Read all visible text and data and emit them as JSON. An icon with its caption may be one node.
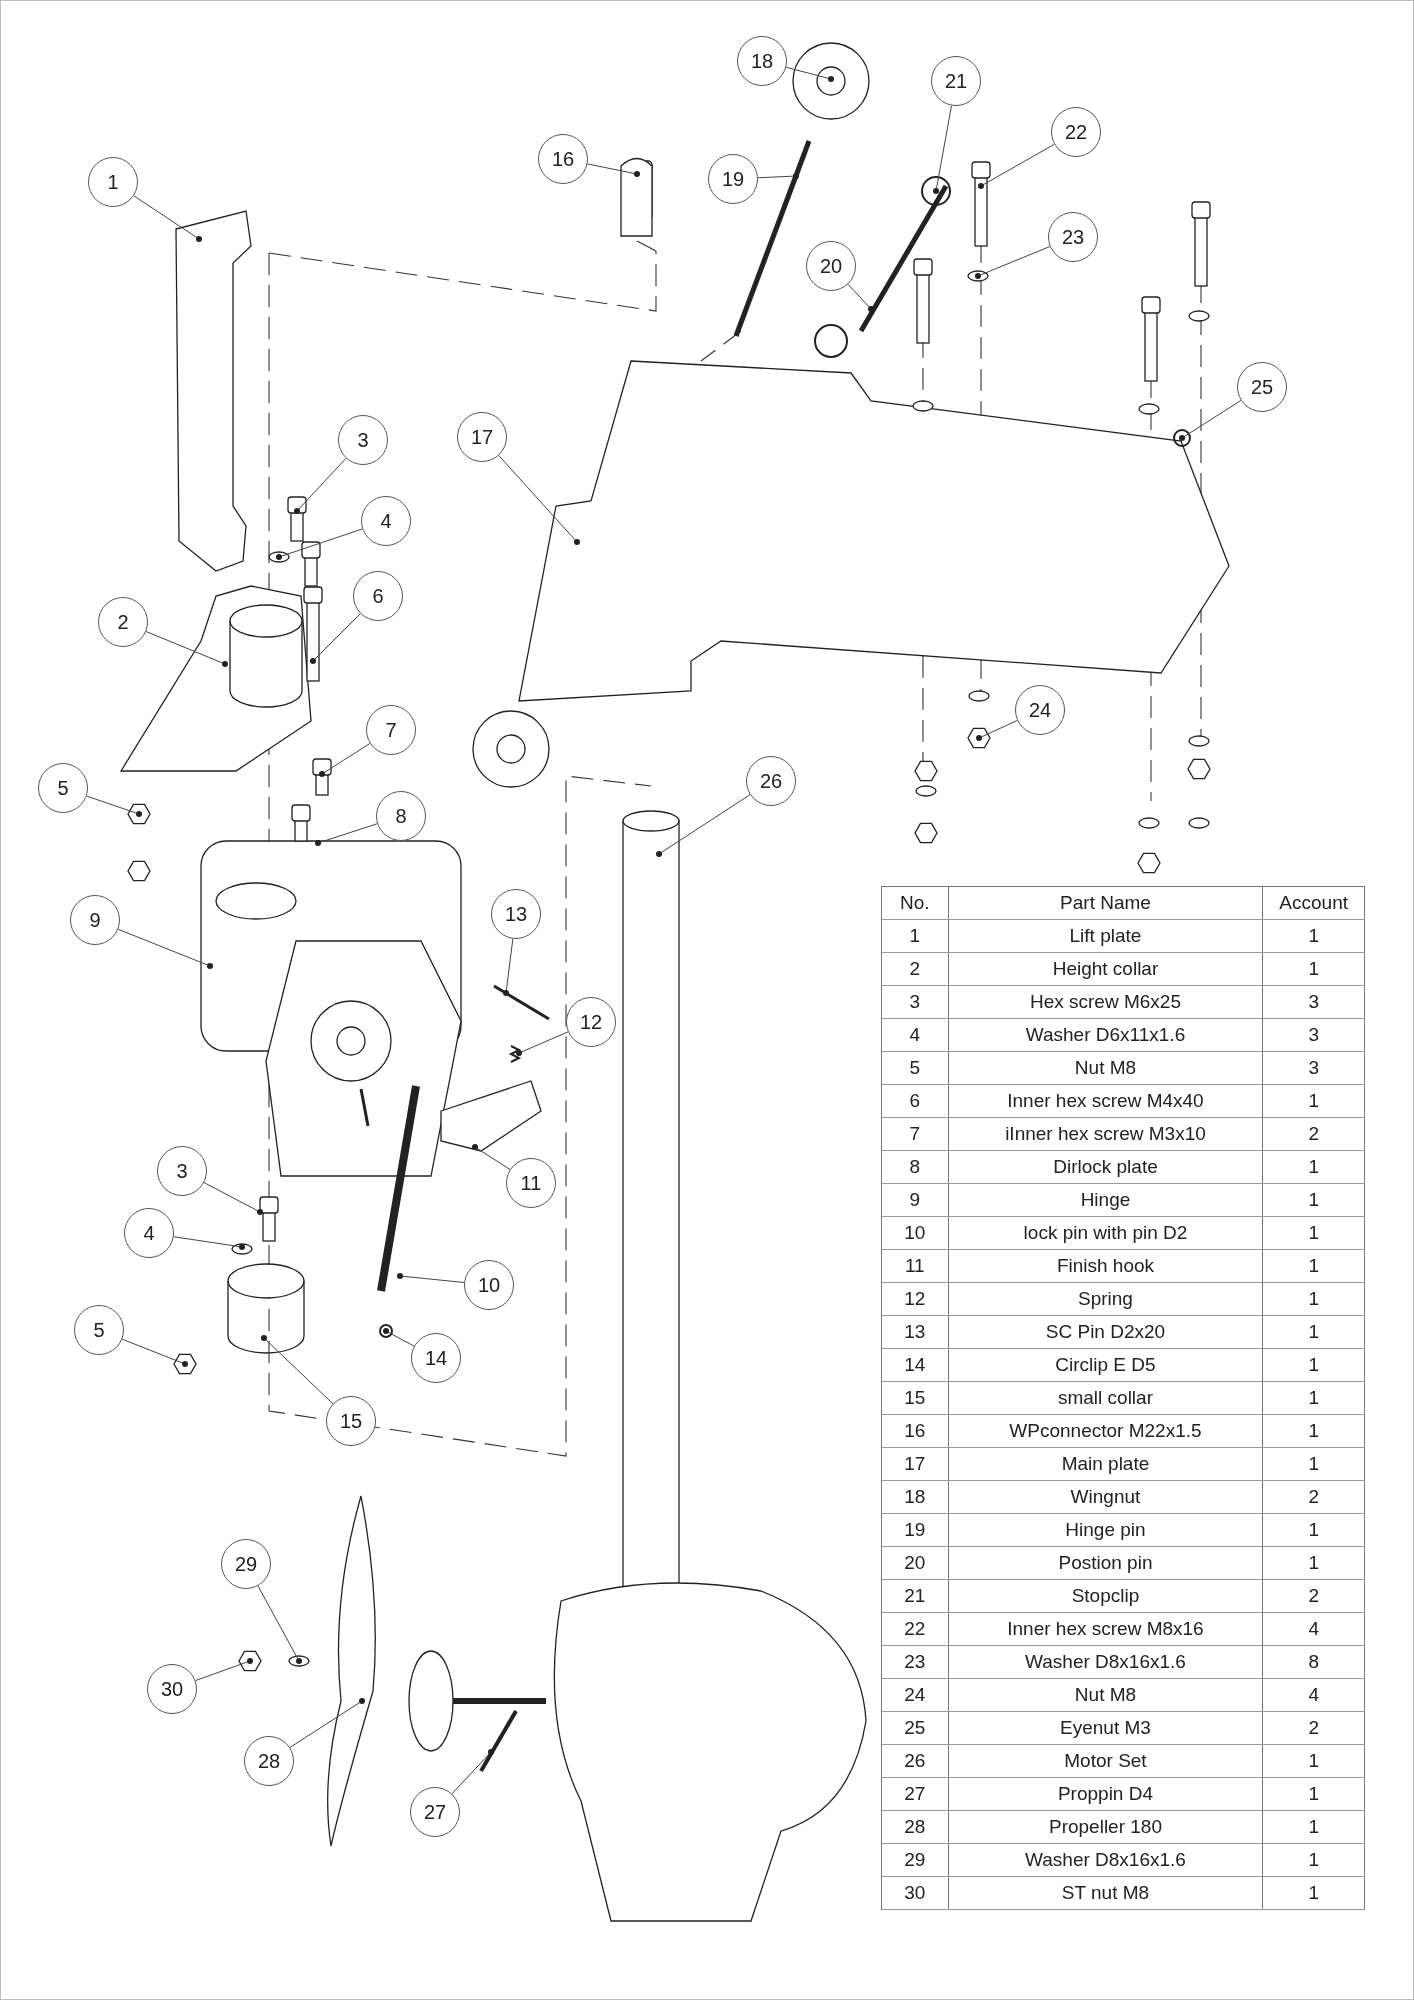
{
  "diagram": {
    "nodes": [
      {
        "text": [
          "1"
        ]
      },
      {
        "text": [
          "2"
        ]
      },
      {
        "text": [
          "3"
        ]
      },
      {
        "text": [
          "4"
        ]
      },
      {
        "text": [
          "5"
        ]
      },
      {
        "text": [
          "6"
        ]
      },
      {
        "text": [
          "7"
        ]
      },
      {
        "text": [
          "8"
        ]
      },
      {
        "text": [
          "9"
        ]
      },
      {
        "text": [
          "10"
        ]
      },
      {
        "text": [
          "11"
        ]
      },
      {
        "text": [
          "12"
        ]
      },
      {
        "text": [
          "13"
        ]
      },
      {
        "text": [
          "14"
        ]
      },
      {
        "text": [
          "15"
        ]
      },
      {
        "text": [
          "16"
        ]
      },
      {
        "text": [
          "17"
        ]
      },
      {
        "text": [
          "18"
        ]
      },
      {
        "text": [
          "19"
        ]
      },
      {
        "text": [
          "20"
        ]
      },
      {
        "text": [
          "21"
        ]
      },
      {
        "text": [
          "22"
        ]
      },
      {
        "text": [
          "23"
        ]
      },
      {
        "text": [
          "24"
        ]
      },
      {
        "text": [
          "25"
        ]
      },
      {
        "text": [
          "26"
        ]
      },
      {
        "text": [
          "27"
        ]
      },
      {
        "text": [
          "28"
        ]
      },
      {
        "text": [
          "29"
        ]
      },
      {
        "text": [
          "30"
        ]
      },
      {
        "text": [
          "3"
        ]
      },
      {
        "text": [
          "4"
        ]
      },
      {
        "text": [
          "5"
        ]
      }
    ],
    "edges": [
      {
        "from": 0,
        "to": null,
        "arrow": "other"
      },
      {
        "from": 1,
        "to": null,
        "arrow": "other"
      },
      {
        "from": 2,
        "to": null,
        "arrow": "other"
      },
      {
        "from": 3,
        "to": null,
        "arrow": "other"
      },
      {
        "from": 4,
        "to": null,
        "arrow": "other"
      },
      {
        "from": 5,
        "to": null,
        "arrow": "other"
      },
      {
        "from": 6,
        "to": null,
        "arrow": "other"
      },
      {
        "from": 7,
        "to": null,
        "arrow": "other"
      },
      {
        "from": 8,
        "to": null,
        "arrow": "other"
      },
      {
        "from": 9,
        "to": null,
        "arrow": "other"
      },
      {
        "from": 10,
        "to": null,
        "arrow": "other"
      },
      {
        "from": 11,
        "to": null,
        "arrow": "other"
      },
      {
        "from": 12,
        "to": null,
        "arrow": "other"
      },
      {
        "from": 13,
        "to": null,
        "arrow": "other"
      },
      {
        "from": 14,
        "to": null,
        "arrow": "other"
      },
      {
        "from": 15,
        "to": null,
        "arrow": "other"
      },
      {
        "from": 16,
        "to": null,
        "arrow": "other"
      },
      {
        "from": 17,
        "to": null,
        "arrow": "other"
      },
      {
        "from": 18,
        "to": null,
        "arrow": "other"
      },
      {
        "from": 19,
        "to": null,
        "arrow": "other"
      },
      {
        "from": 20,
        "to": null,
        "arrow": "other"
      },
      {
        "from": 21,
        "to": null,
        "arrow": "other"
      },
      {
        "from": 22,
        "to": null,
        "arrow": "other"
      },
      {
        "from": 23,
        "to": null,
        "arrow": "other"
      },
      {
        "from": 24,
        "to": null,
        "arrow": "other"
      },
      {
        "from": 25,
        "to": null,
        "arrow": "other"
      },
      {
        "from": 26,
        "to": null,
        "arrow": "other"
      },
      {
        "from": 27,
        "to": null,
        "arrow": "other"
      },
      {
        "from": 28,
        "to": null,
        "arrow": "other"
      },
      {
        "from": 29,
        "to": null,
        "arrow": "other"
      },
      {
        "from": 30,
        "to": null,
        "arrow": "other"
      },
      {
        "from": 31,
        "to": null,
        "arrow": "other"
      },
      {
        "from": 32,
        "to": null,
        "arrow": "other"
      }
    ],
    "labels": [
      "No.",
      "Part Name",
      "Account",
      "1",
      "Lift plate",
      "1",
      "2",
      "Height collar",
      "1",
      "3",
      "Hex screw M6x25",
      "3",
      "4",
      "Washer D6x11x1.6",
      "3",
      "5",
      "Nut M8",
      "3",
      "6",
      "Inner hex screw M4x40",
      "1",
      "7",
      "iInner hex screw M3x10",
      "2",
      "8",
      "Dirlock plate",
      "1",
      "9",
      "Hinge",
      "1",
      "10",
      "lock pin with pin D2",
      "1",
      "11",
      "Finish hook",
      "1",
      "12",
      "Spring",
      "1",
      "13",
      "SC Pin D2x20",
      "1",
      "14",
      "Circlip E D5",
      "1",
      "15",
      "small collar",
      "1",
      "16",
      "WPconnector M22x1.5",
      "1",
      "17",
      "Main plate",
      "1",
      "18",
      "Wingnut",
      "2",
      "19",
      "Hinge pin",
      "1",
      "20",
      "Postion pin",
      "1",
      "21",
      "Stopclip",
      "2",
      "22",
      "Inner hex screw M8x16",
      "4",
      "23",
      "Washer D8x16x1.6",
      "8",
      "24",
      "Nut M8",
      "4",
      "25",
      "Eyenut M3",
      "2",
      "26",
      "Motor Set",
      "1",
      "27",
      "Proppin D4",
      "1",
      "28",
      "Propeller 180",
      "1",
      "29",
      "Washer D8x16x1.6",
      "1",
      "30",
      "ST nut M8",
      "1"
    ]
  }
}
